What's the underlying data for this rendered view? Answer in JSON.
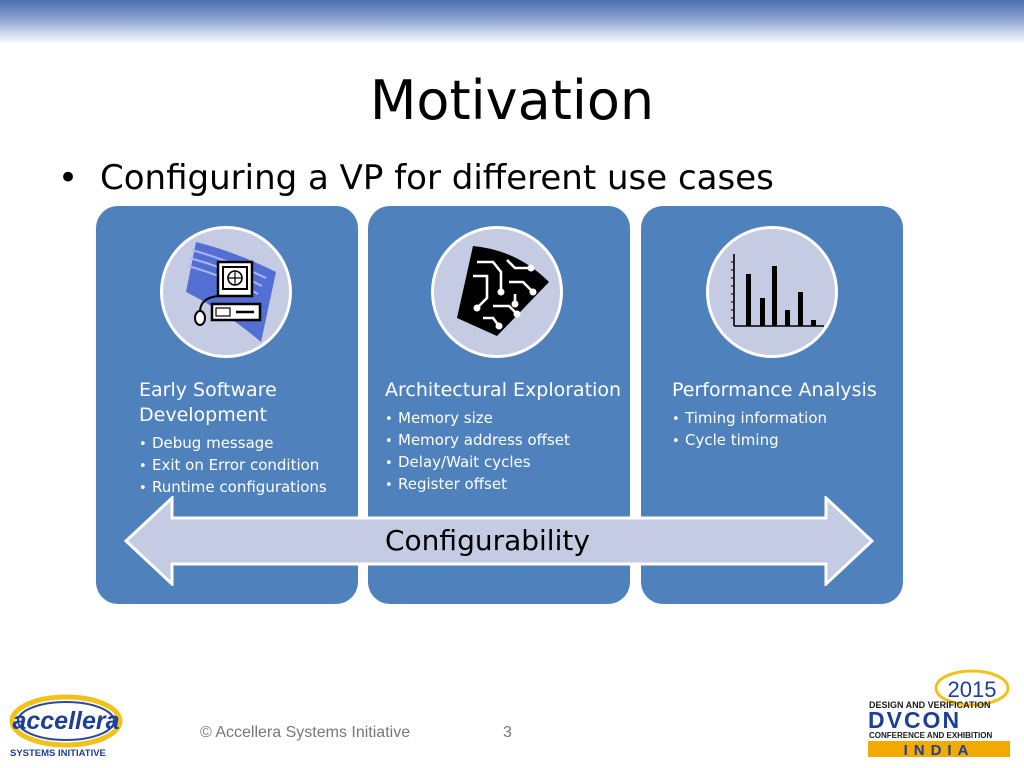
{
  "slide": {
    "title": "Motivation",
    "bullet_char": "•",
    "bullet": "Configuring a VP for different use cases"
  },
  "cards": [
    {
      "title_line1": "Early Software",
      "title_line2": "Development",
      "items": [
        "Debug message",
        "Exit on Error condition",
        "Runtime configurations"
      ],
      "icon": "computer-icon"
    },
    {
      "title": "Architectural Exploration",
      "items": [
        "Memory size",
        "Memory address offset",
        "Delay/Wait cycles",
        "Register offset"
      ],
      "icon": "circuit-icon"
    },
    {
      "title": "Performance Analysis",
      "items": [
        "Timing information",
        "Cycle timing"
      ],
      "icon": "bar-chart-icon"
    }
  ],
  "arrow": {
    "label": "Configurability"
  },
  "footer": {
    "copyright": "© Accellera Systems Initiative",
    "page_number": "3"
  },
  "logos": {
    "left": {
      "name": "accellera",
      "line2": "SYSTEMS INITIATIVE"
    },
    "right": {
      "year": "2015",
      "line1": "DESIGN AND VERIFICATION",
      "brand": "DVCON",
      "line2": "CONFERENCE AND EXHIBITION",
      "region": "INDIA"
    }
  },
  "colors": {
    "card": "#4f81bd",
    "arrow": "#c4cbe3",
    "circle": "#c4cbe3"
  }
}
